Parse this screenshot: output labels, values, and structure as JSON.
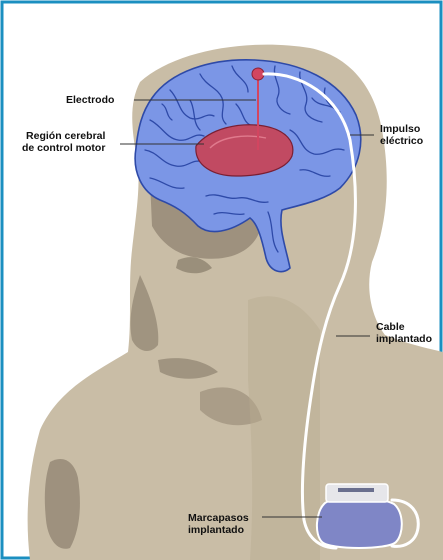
{
  "labels": {
    "electrode": "Electrodo",
    "motor_region_line1": "Región cerebral",
    "motor_region_line2": "de control motor",
    "impulse_line1": "Impulso",
    "impulse_line2": "eléctrico",
    "cable_line1": "Cable",
    "cable_line2": "implantado",
    "pacemaker_line1": "Marcapasos",
    "pacemaker_line2": "implantado"
  },
  "colors": {
    "frame_border": "#1b8fc0",
    "background": "#ffffff",
    "head_silhouette": "#c9bda6",
    "face_shadow": "#8f8370",
    "brain_fill": "#7b96e6",
    "brain_sulci": "#2e4aa8",
    "motor_region": "#c14a62",
    "electrode_tip": "#d24560",
    "cable": "#ffffff",
    "pacemaker_body": "#7f86c6",
    "pacemaker_cap": "#e6e6ea"
  }
}
